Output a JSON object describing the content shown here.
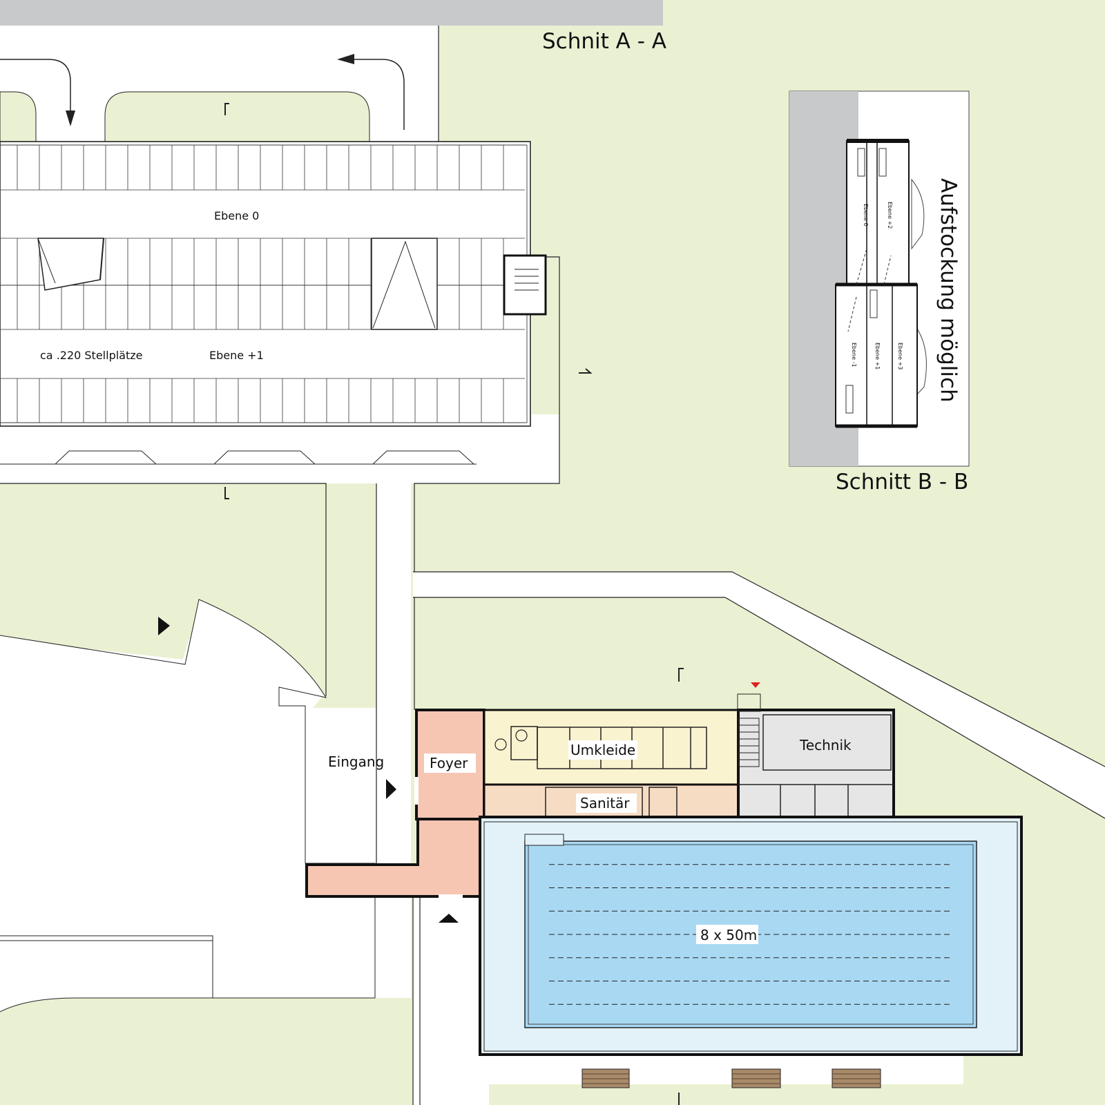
{
  "titles": {
    "section_a": "Schnit A - A",
    "section_b": "Schnitt B - B",
    "extension": "Aufstockung möglich"
  },
  "parking": {
    "level_0": "Ebene 0",
    "level_plus1": "Ebene +1",
    "capacity": "ca .220 Stellplätze"
  },
  "section_levels": {
    "level_0": "Ebene 0",
    "level_plus2": "Ebene +2",
    "level_minus1": "Ebene -1",
    "level_plus1": "Ebene +1",
    "level_plus3": "Ebene +3"
  },
  "rooms": {
    "entrance": "Eingang",
    "foyer": "Foyer",
    "changing": "Umkleide",
    "sanitary": "Sanitär",
    "technical": "Technik",
    "pool": "8 x 50m"
  },
  "colors": {
    "ground": "#eaf1d3",
    "paving": "#ffffff",
    "foyer": "#f6c6b3",
    "changing": "#faf3cf",
    "sanitary": "#f7dcc4",
    "technical": "#e6e6e6",
    "pool_hall": "#e3f1f9",
    "pool_water": "#a9d8f2",
    "section_ground": "#c8c9cb",
    "terrace": "#a88a6a"
  }
}
